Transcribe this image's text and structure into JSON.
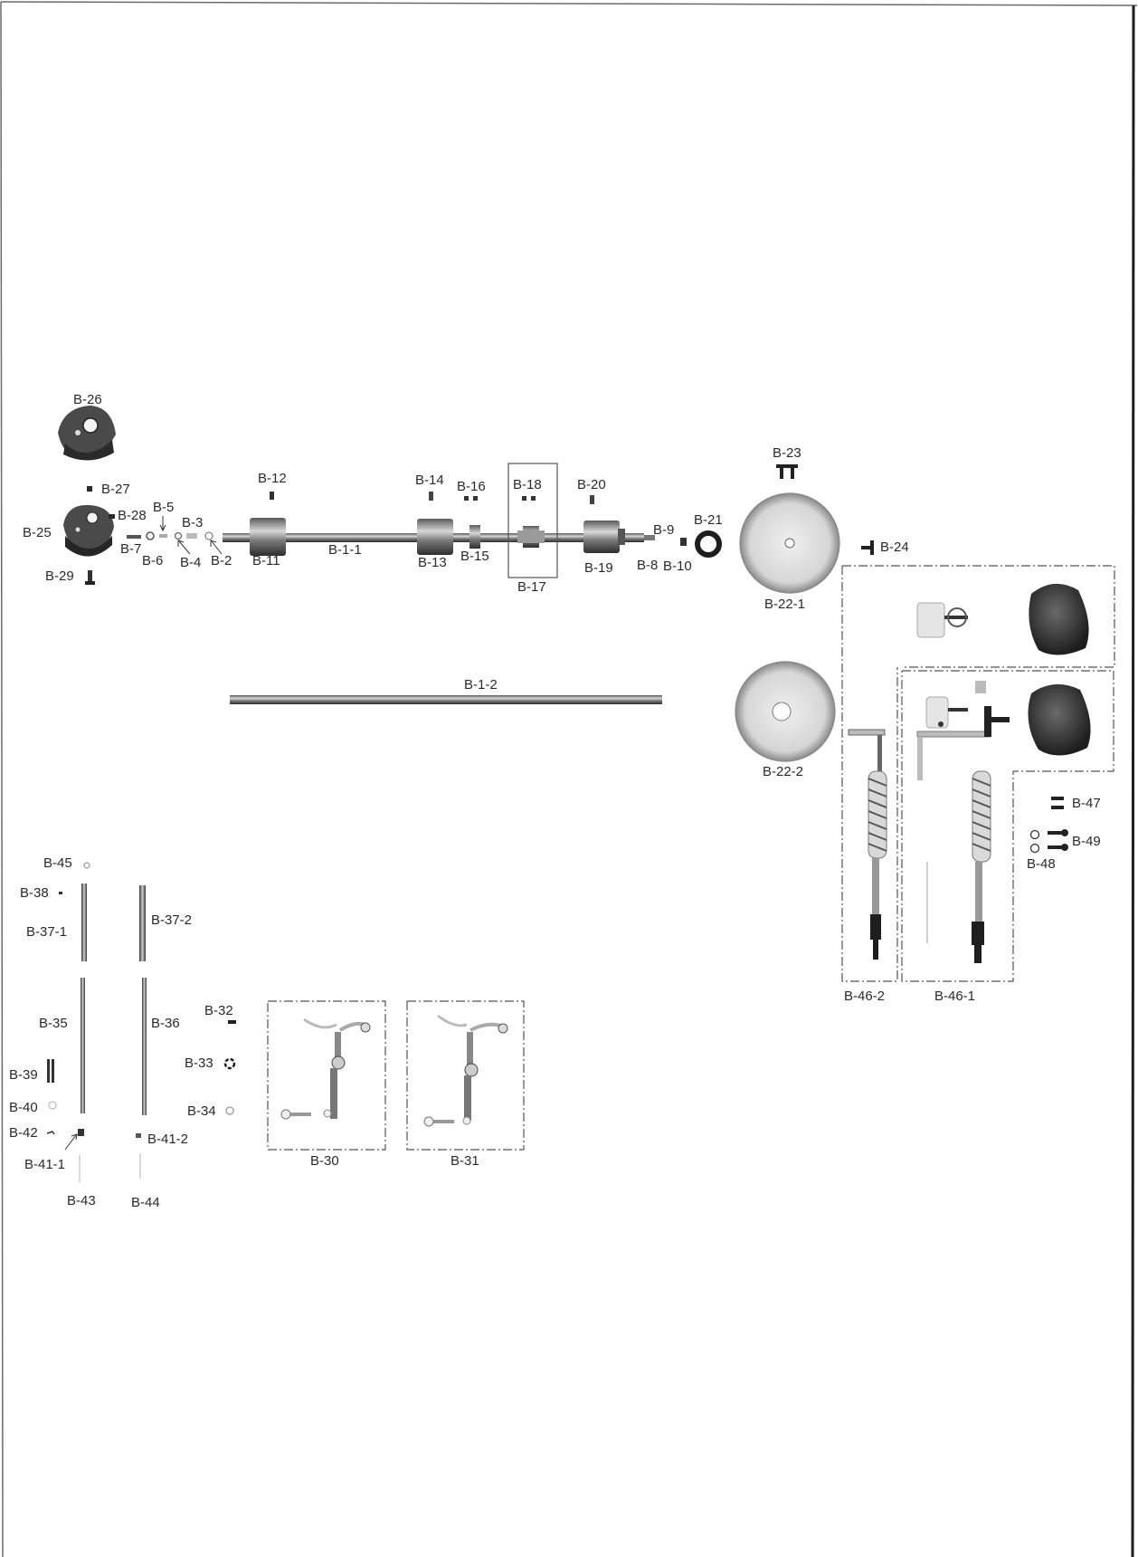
{
  "colors": {
    "ink": "#2a2a2a",
    "part_dark": "#3a3a3a",
    "part_mid": "#8c8c8c",
    "part_light": "#d4d4d4",
    "frame": "#555555"
  },
  "parts": {
    "b26": "B-26",
    "b27": "B-27",
    "b28": "B-28",
    "b25": "B-25",
    "b29": "B-29",
    "b5": "B-5",
    "b3": "B-3",
    "b7": "B-7",
    "b6": "B-6",
    "b4": "B-4",
    "b2": "B-2",
    "b12": "B-12",
    "b11": "B-11",
    "b1_1": "B-1-1",
    "b14": "B-14",
    "b16": "B-16",
    "b18": "B-18",
    "b20": "B-20",
    "b13": "B-13",
    "b15": "B-15",
    "b17": "B-17",
    "b19": "B-19",
    "b9": "B-9",
    "b8": "B-8",
    "b10": "B-10",
    "b21": "B-21",
    "b23": "B-23",
    "b24": "B-24",
    "b22_1": "B-22-1",
    "b22_2": "B-22-2",
    "b1_2": "B-1-2",
    "b47": "B-47",
    "b49": "B-49",
    "b48": "B-48",
    "b46_2": "B-46-2",
    "b46_1": "B-46-1",
    "b45": "B-45",
    "b38": "B-38",
    "b37_1": "B-37-1",
    "b37_2": "B-37-2",
    "b35": "B-35",
    "b36": "B-36",
    "b39": "B-39",
    "b40": "B-40",
    "b42": "B-42",
    "b41_1": "B-41-1",
    "b41_2": "B-41-2",
    "b43": "B-43",
    "b44": "B-44",
    "b32": "B-32",
    "b33": "B-33",
    "b34": "B-34",
    "b30": "B-30",
    "b31": "B-31"
  }
}
